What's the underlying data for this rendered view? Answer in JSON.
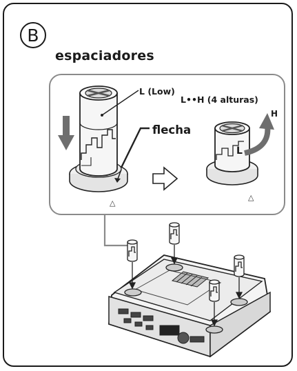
{
  "section_badge": "B",
  "heading": "espaciadores",
  "labels": {
    "low": "L (Low)",
    "low_high": "L••H  (4 alturas)",
    "arrow_label": "flecha",
    "high_short": "H",
    "low_short": "L"
  },
  "markers": {
    "triangle_left": "△",
    "triangle_right": "△"
  }
}
